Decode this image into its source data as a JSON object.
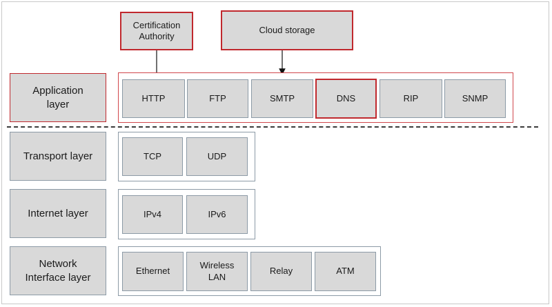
{
  "top_boxes": {
    "ca": "Certification\nAuthority",
    "cloud": "Cloud storage"
  },
  "layers": [
    {
      "name": "Application\nlayer",
      "protocols": [
        "HTTP",
        "FTP",
        "SMTP",
        "DNS",
        "RIP",
        "SNMP"
      ],
      "highlighted": [
        "DNS"
      ]
    },
    {
      "name": "Transport layer",
      "protocols": [
        "TCP",
        "UDP"
      ]
    },
    {
      "name": "Internet layer",
      "protocols": [
        "IPv4",
        "IPv6"
      ]
    },
    {
      "name": "Network\nInterface layer",
      "protocols": [
        "Ethernet",
        "Wireless\nLAN",
        "Relay",
        "ATM"
      ]
    }
  ],
  "colors": {
    "highlight": "#c0282d",
    "box_fill": "#d9d9d9",
    "box_border": "#8c9aa6"
  }
}
